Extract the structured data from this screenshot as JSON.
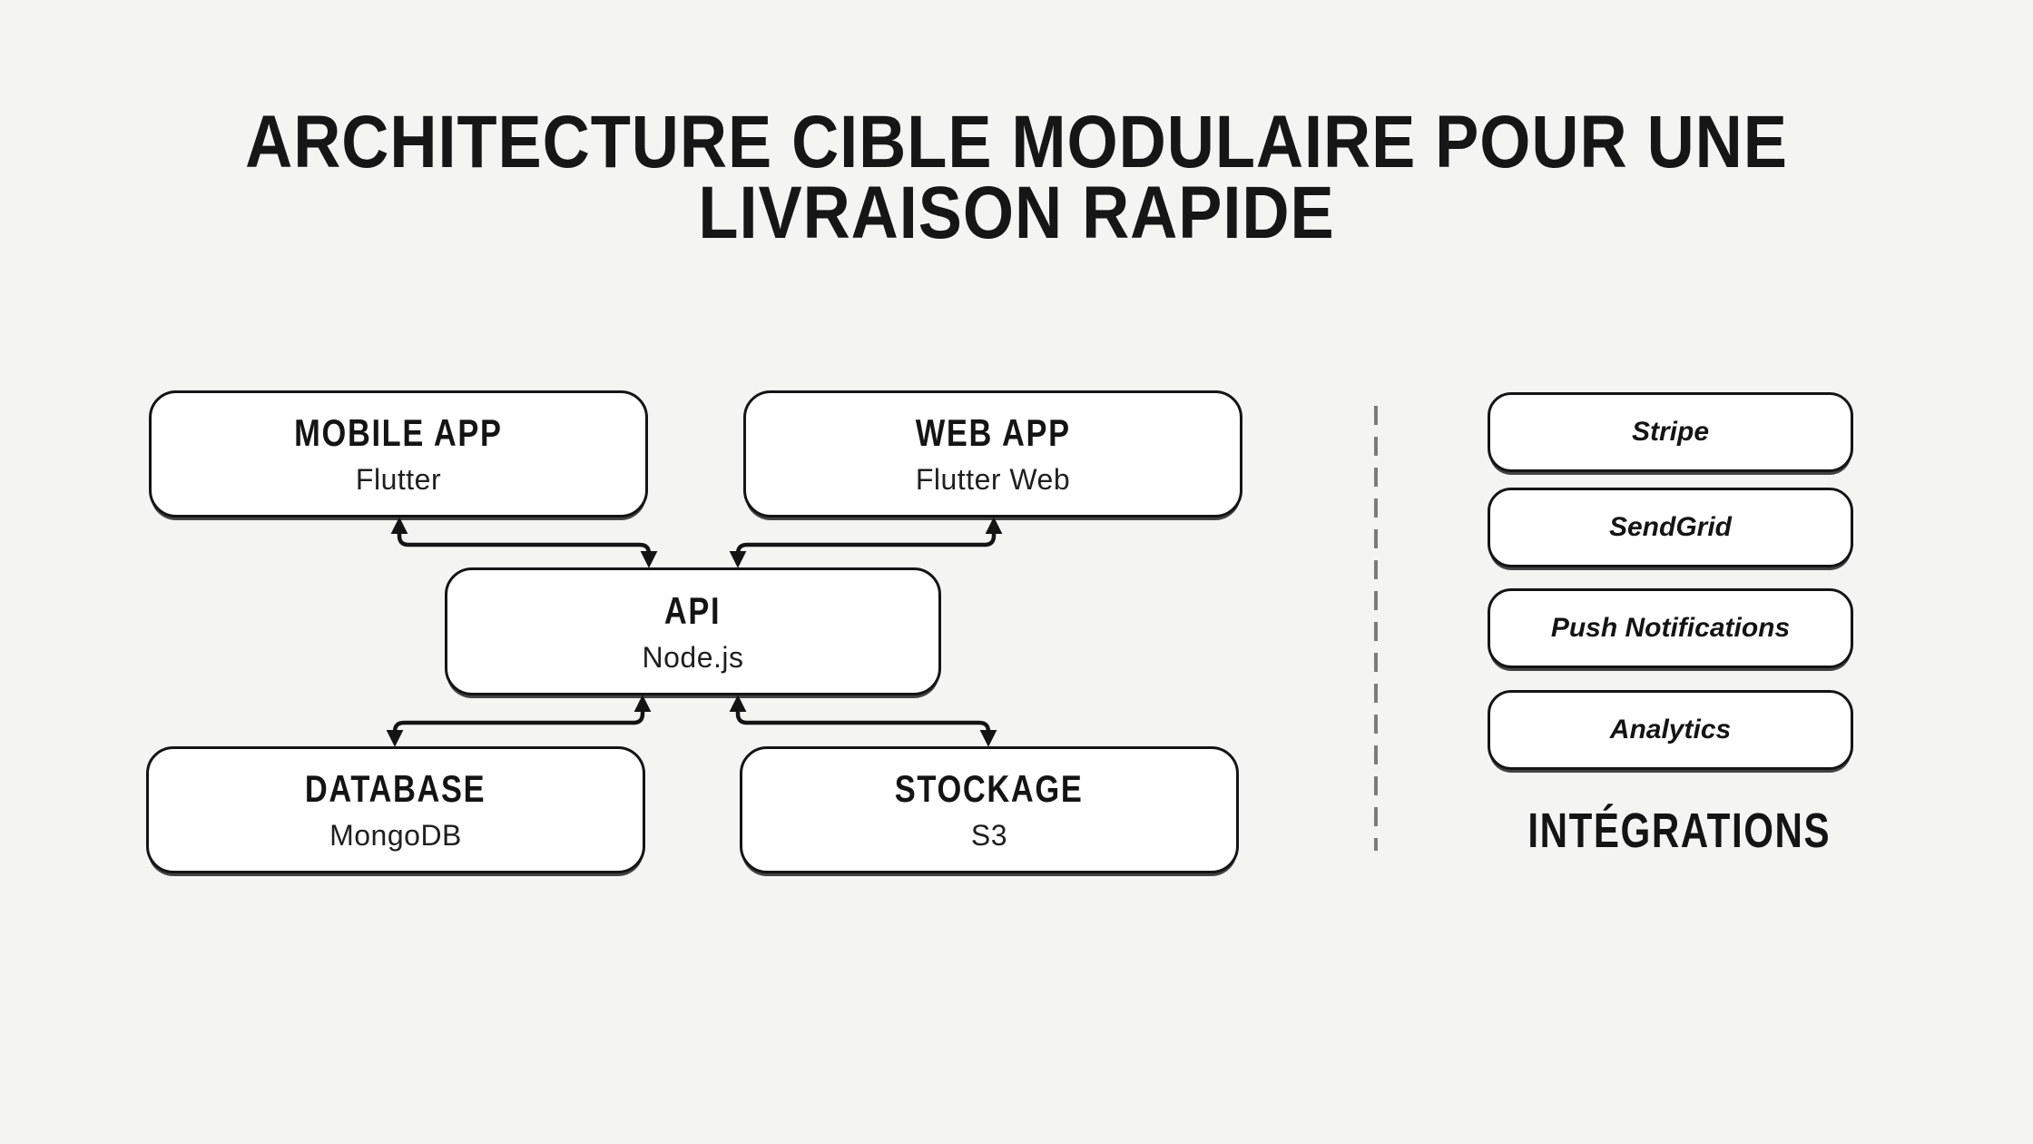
{
  "title": {
    "line1": "ARCHITECTURE CIBLE MODULAIRE POUR UNE",
    "line2": "LIVRAISON RAPIDE"
  },
  "nodes": [
    {
      "id": "mobile-app",
      "title": "MOBILE APP",
      "subtitle": "Flutter"
    },
    {
      "id": "web-app",
      "title": "WEB APP",
      "subtitle": "Flutter Web"
    },
    {
      "id": "api",
      "title": "API",
      "subtitle": "Node.js"
    },
    {
      "id": "database",
      "title": "DATABASE",
      "subtitle": "MongoDB"
    },
    {
      "id": "stockage",
      "title": "STOCKAGE",
      "subtitle": "S3"
    }
  ],
  "edges": [
    {
      "from": "mobile-app",
      "to": "api",
      "bidirectional": true
    },
    {
      "from": "web-app",
      "to": "api",
      "bidirectional": true
    },
    {
      "from": "api",
      "to": "database",
      "bidirectional": true
    },
    {
      "from": "api",
      "to": "stockage",
      "bidirectional": true
    }
  ],
  "integrations": {
    "label": "INTÉGRATIONS",
    "items": [
      "Stripe",
      "SendGrid",
      "Push Notifications",
      "Analytics"
    ]
  },
  "colors": {
    "background": "#f4f4f2",
    "box_fill": "#ffffff",
    "line": "#141414",
    "divider": "#7c7c7c",
    "text": "#151515"
  }
}
